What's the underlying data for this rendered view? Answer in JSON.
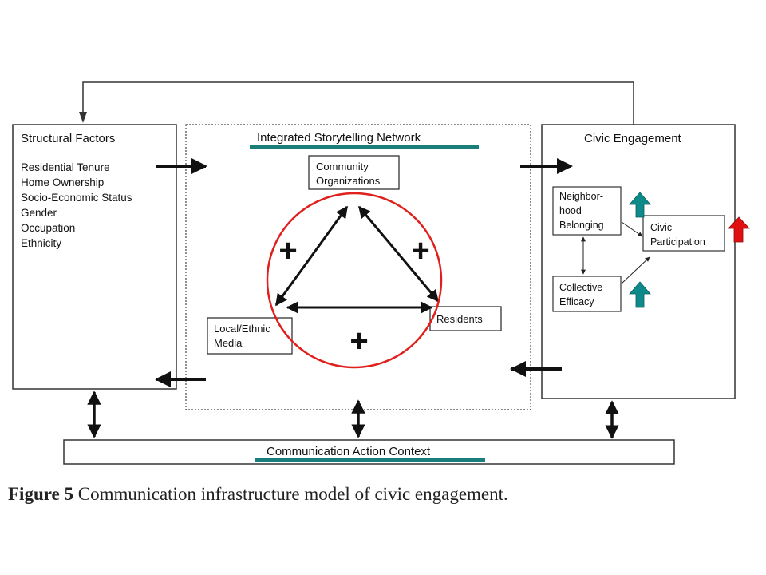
{
  "structural": {
    "title": "Structural Factors",
    "items": [
      "Residential Tenure",
      "Home Ownership",
      "Socio-Economic Status",
      "Gender",
      "Occupation",
      "Ethnicity"
    ]
  },
  "network": {
    "title": "Integrated Storytelling Network",
    "community": [
      "Community",
      "Organizations"
    ],
    "media": [
      "Local/Ethnic",
      "Media"
    ],
    "residents": "Residents",
    "plus_sign": "+"
  },
  "civic": {
    "title": "Civic Engagement",
    "belonging": [
      "Neighbor-",
      "hood",
      "Belonging"
    ],
    "efficacy": [
      "Collective",
      "Efficacy"
    ],
    "participation": [
      "Civic",
      "Participation"
    ]
  },
  "context": {
    "title": "Communication Action Context"
  },
  "caption": {
    "label": "Figure 5",
    "text": "Communication infrastructure model of civic engagement."
  },
  "colors": {
    "underline": "#1a7f7a",
    "circle": "#e0201c",
    "up_arrow_teal": "#0f8a8a",
    "up_arrow_red": "#e01010"
  }
}
